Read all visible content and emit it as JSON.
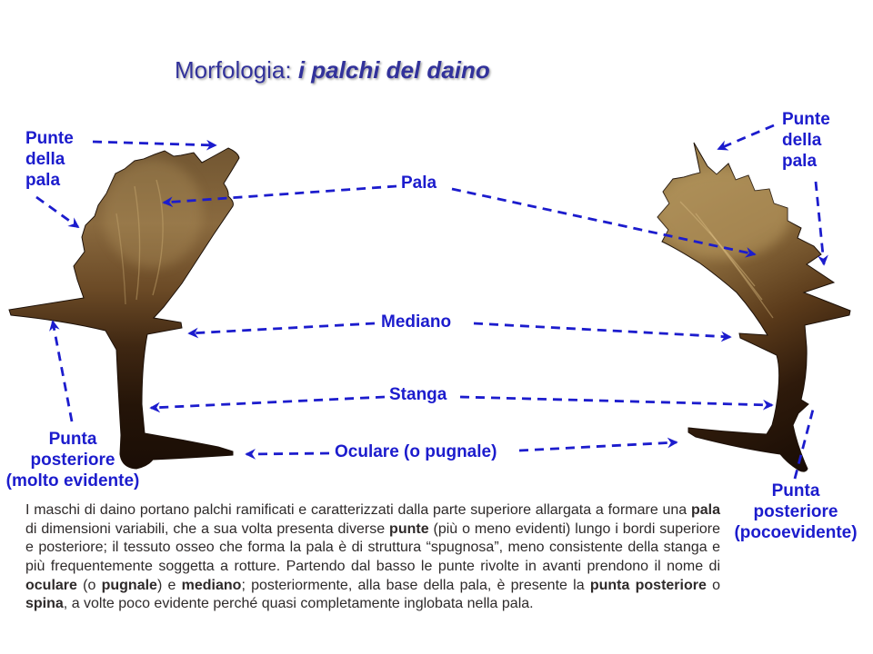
{
  "title": {
    "prefix": "Morfologia: ",
    "emphasis": "i palchi del daino"
  },
  "labels": {
    "punte_pala_left": "Punte\ndella\npala",
    "pala": "Pala",
    "mediano": "Mediano",
    "stanga": "Stanga",
    "oculare": "Oculare (o pugnale)",
    "punta_posteriore_left": "Punta\nposteriore\n(molto evidente)",
    "punte_pala_right": "Punte\ndella\npala",
    "punta_posteriore_right": "Punta\nposteriore\n(pocoevidente)"
  },
  "description": {
    "segments": [
      {
        "t": "I maschi di daino portano palchi ramificati e caratterizzati dalla parte superiore allargata a formare una ",
        "b": false
      },
      {
        "t": "pala",
        "b": true
      },
      {
        "t": " di dimensioni variabili, che a sua volta presenta diverse ",
        "b": false
      },
      {
        "t": "punte",
        "b": true
      },
      {
        "t": " (più o meno evidenti) lungo i bordi superiore e posteriore; il tessuto osseo che forma la pala è di struttura “spugnosa”, meno consistente della stanga e più frequentemente soggetta a rotture. Partendo dal basso le punte rivolte in avanti prendono il nome di ",
        "b": false
      },
      {
        "t": "oculare",
        "b": true
      },
      {
        "t": " (o ",
        "b": false
      },
      {
        "t": "pugnale",
        "b": true
      },
      {
        "t": ") e ",
        "b": false
      },
      {
        "t": "mediano",
        "b": true
      },
      {
        "t": "; posteriormente, alla base della pala, è presente la ",
        "b": false
      },
      {
        "t": "punta posteriore",
        "b": true
      },
      {
        "t": " o ",
        "b": false
      },
      {
        "t": "spina",
        "b": true
      },
      {
        "t": ", a volte poco evidente perché quasi completamente inglobata nella pala.",
        "b": false
      }
    ]
  },
  "colors": {
    "accent_blue": "#1c1ccd",
    "title_blue": "#32329b",
    "body_text": "#2e2a2a"
  }
}
